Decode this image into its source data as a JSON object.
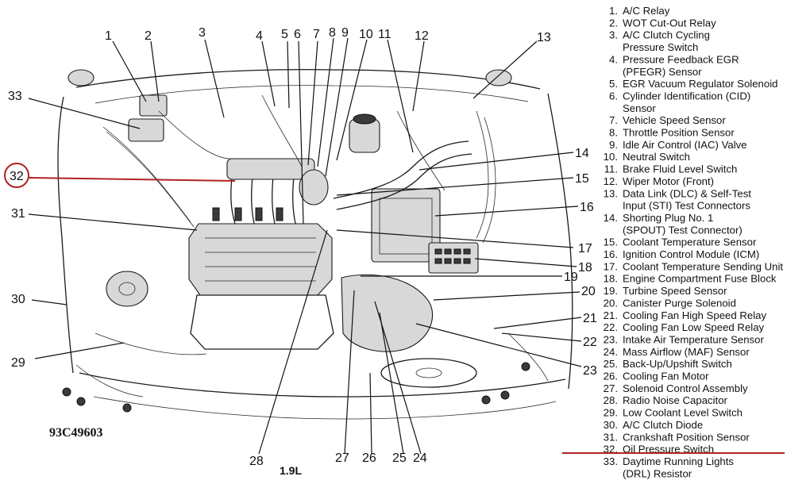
{
  "figure_id": "93C49603",
  "engine_label": "1.9L",
  "highlight_color": "#b22222",
  "highlighted_item": "32",
  "legend": [
    {
      "no": "1.",
      "lines": [
        "A/C Relay"
      ]
    },
    {
      "no": "2.",
      "lines": [
        "WOT Cut-Out Relay"
      ]
    },
    {
      "no": "3.",
      "lines": [
        "A/C Clutch Cycling",
        "Pressure Switch"
      ]
    },
    {
      "no": "4.",
      "lines": [
        "Pressure Feedback EGR",
        "(PFEGR) Sensor"
      ]
    },
    {
      "no": "5.",
      "lines": [
        "EGR Vacuum Regulator Solenoid"
      ]
    },
    {
      "no": "6.",
      "lines": [
        "Cylinder Identification (CID)",
        "Sensor"
      ]
    },
    {
      "no": "7.",
      "lines": [
        "Vehicle Speed Sensor"
      ]
    },
    {
      "no": "8.",
      "lines": [
        "Throttle Position Sensor"
      ]
    },
    {
      "no": "9.",
      "lines": [
        "Idle Air Control (IAC) Valve"
      ]
    },
    {
      "no": "10.",
      "lines": [
        "Neutral Switch"
      ]
    },
    {
      "no": "11.",
      "lines": [
        "Brake Fluid Level Switch"
      ]
    },
    {
      "no": "12.",
      "lines": [
        "Wiper Motor (Front)"
      ]
    },
    {
      "no": "13.",
      "lines": [
        "Data Link (DLC) & Self-Test",
        "Input (STI) Test Connectors"
      ]
    },
    {
      "no": "14.",
      "lines": [
        "Shorting Plug No. 1",
        "(SPOUT) Test Connector)"
      ]
    },
    {
      "no": "15.",
      "lines": [
        "Coolant Temperature Sensor"
      ]
    },
    {
      "no": "16.",
      "lines": [
        "Ignition Control Module (ICM)"
      ]
    },
    {
      "no": "17.",
      "lines": [
        "Coolant Temperature Sending Unit"
      ]
    },
    {
      "no": "18.",
      "lines": [
        "Engine Compartment Fuse Block"
      ]
    },
    {
      "no": "19.",
      "lines": [
        "Turbine Speed Sensor"
      ]
    },
    {
      "no": "20.",
      "lines": [
        "Canister Purge Solenoid"
      ]
    },
    {
      "no": "21.",
      "lines": [
        "Cooling Fan High Speed Relay"
      ]
    },
    {
      "no": "22.",
      "lines": [
        "Cooling Fan Low Speed Relay"
      ]
    },
    {
      "no": "23.",
      "lines": [
        "Intake Air Temperature Sensor"
      ]
    },
    {
      "no": "24.",
      "lines": [
        "Mass Airflow (MAF) Sensor"
      ]
    },
    {
      "no": "25.",
      "lines": [
        "Back-Up/Upshift Switch"
      ]
    },
    {
      "no": "26.",
      "lines": [
        "Cooling Fan Motor"
      ]
    },
    {
      "no": "27.",
      "lines": [
        "Solenoid Control Assembly"
      ]
    },
    {
      "no": "28.",
      "lines": [
        "Radio Noise Capacitor"
      ]
    },
    {
      "no": "29.",
      "lines": [
        "Low Coolant Level Switch"
      ]
    },
    {
      "no": "30.",
      "lines": [
        "A/C Clutch Diode"
      ]
    },
    {
      "no": "31.",
      "lines": [
        "Crankshaft Position Sensor"
      ]
    },
    {
      "no": "32.",
      "lines": [
        "Oil Pressure Switch"
      ]
    },
    {
      "no": "33.",
      "lines": [
        "Daytime Running Lights",
        "(DRL) Resistor"
      ]
    }
  ],
  "callouts": [
    "1",
    "2",
    "3",
    "4",
    "5",
    "6",
    "7",
    "8",
    "9",
    "10",
    "11",
    "12",
    "13",
    "14",
    "15",
    "16",
    "17",
    "18",
    "19",
    "20",
    "21",
    "22",
    "23",
    "24",
    "25",
    "26",
    "27",
    "28",
    "29",
    "30",
    "31",
    "32",
    "33"
  ]
}
